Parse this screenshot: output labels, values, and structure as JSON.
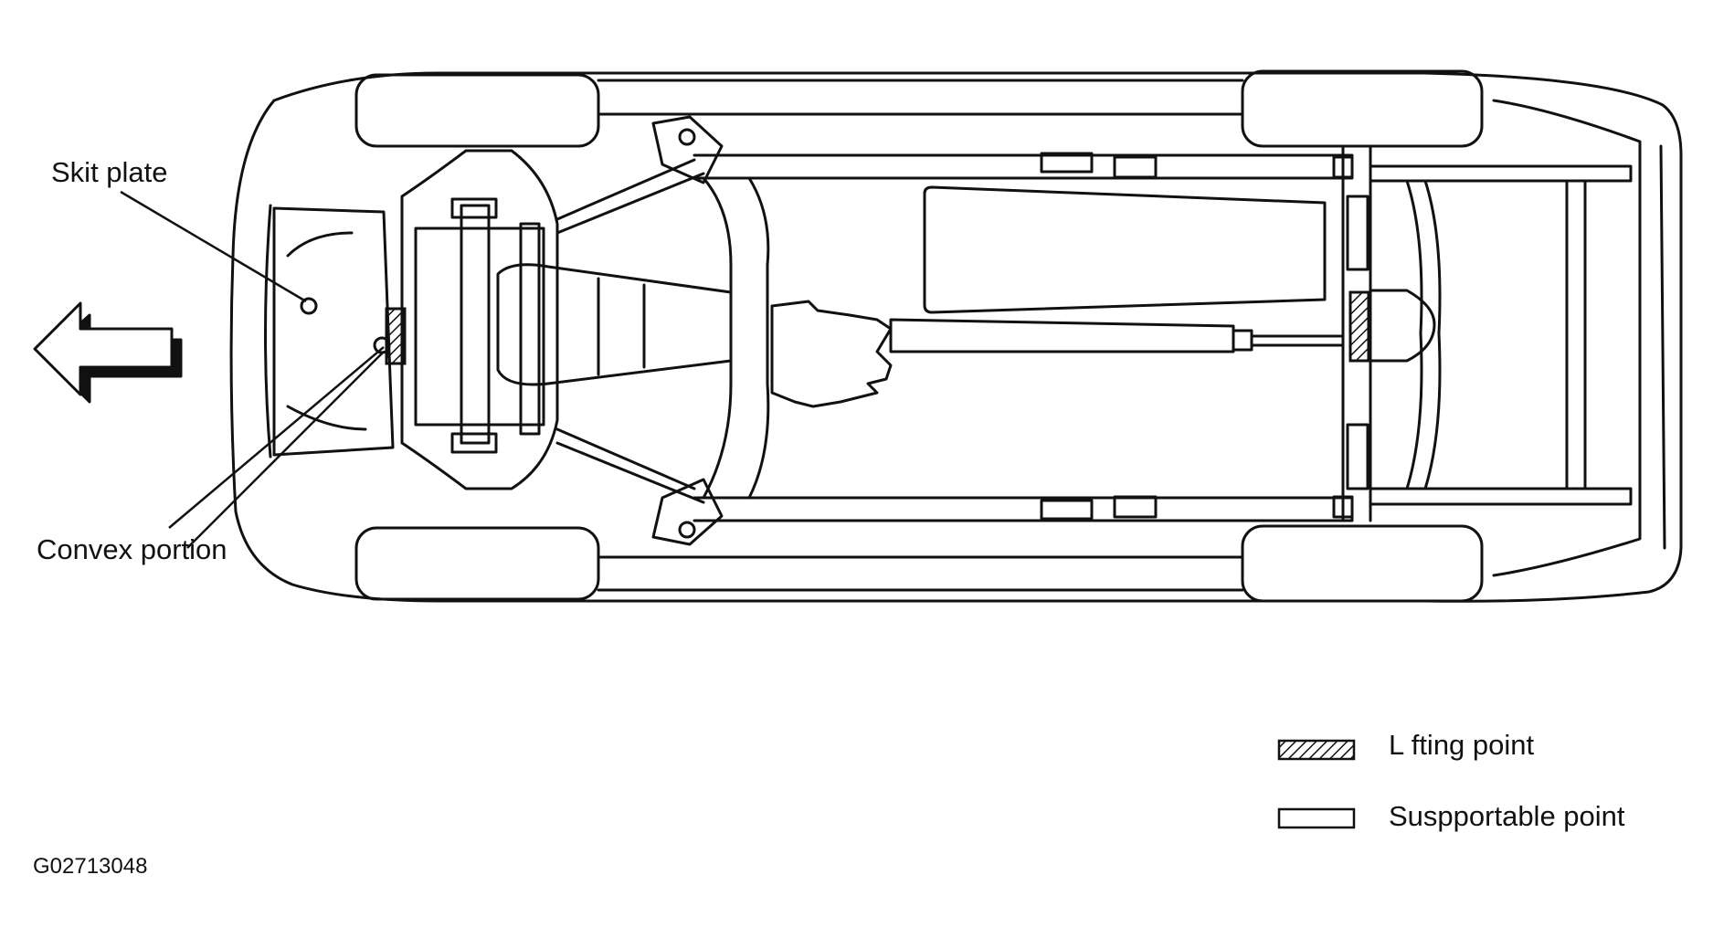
{
  "labels": {
    "skit_plate": "Skit plate",
    "convex_portion": "Convex portion"
  },
  "legend": {
    "lifting_point": "L fting point",
    "supportable_point": "Suspportable point"
  },
  "figure_code": "G02713048",
  "colors": {
    "line": "#111111",
    "background": "#ffffff"
  },
  "icons": {
    "direction_arrow": "left-arrow-icon"
  }
}
